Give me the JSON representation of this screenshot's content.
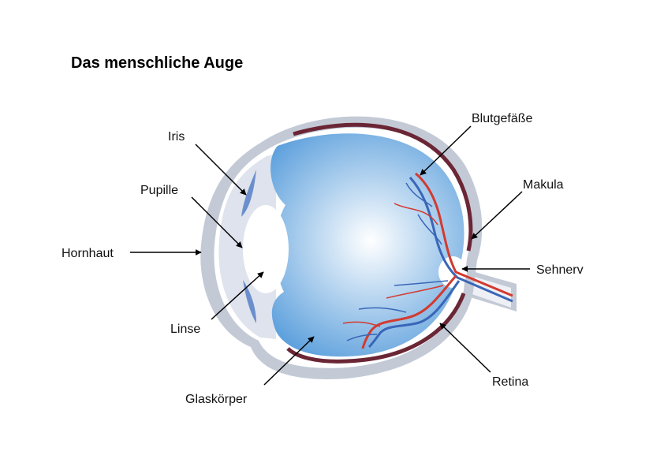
{
  "title": "Das menschliche Auge",
  "labels": {
    "iris": "Iris",
    "pupille": "Pupille",
    "hornhaut": "Hornhaut",
    "linse": "Linse",
    "glaskoerper": "Glaskörper",
    "blutgefaesse": "Blutgefäße",
    "makula": "Makula",
    "sehnerv": "Sehnerv",
    "retina": "Retina"
  },
  "colors": {
    "sclera": "#c3cad6",
    "cornea_fill": "#dfe3ee",
    "vitreous_center": "#ffffff",
    "vitreous_edge": "#5b9fdc",
    "choroid": "#6b2635",
    "artery": "#d23a2f",
    "vein": "#3a66b8",
    "iris": "#6b8fcc"
  }
}
